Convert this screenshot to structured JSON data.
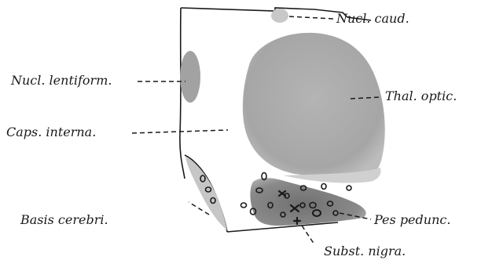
{
  "labels": {
    "nucl_caud": "Nucl. caud.",
    "nucl_lentiform": "Nucl. lentiform.",
    "thal_optic": "Thal. optic.",
    "caps_interna": "Caps. interna.",
    "basis_cerebri": "Basis cerebri.",
    "pes_pedunc": "Pes pedunc.",
    "subst_nigra": "Subst. nigra."
  },
  "colors": {
    "ink": "#1a1a1a",
    "thalamus_shade": "#a8a8a8",
    "light_shade": "#cfcfcf",
    "dark_shade": "#7a7a7a"
  }
}
